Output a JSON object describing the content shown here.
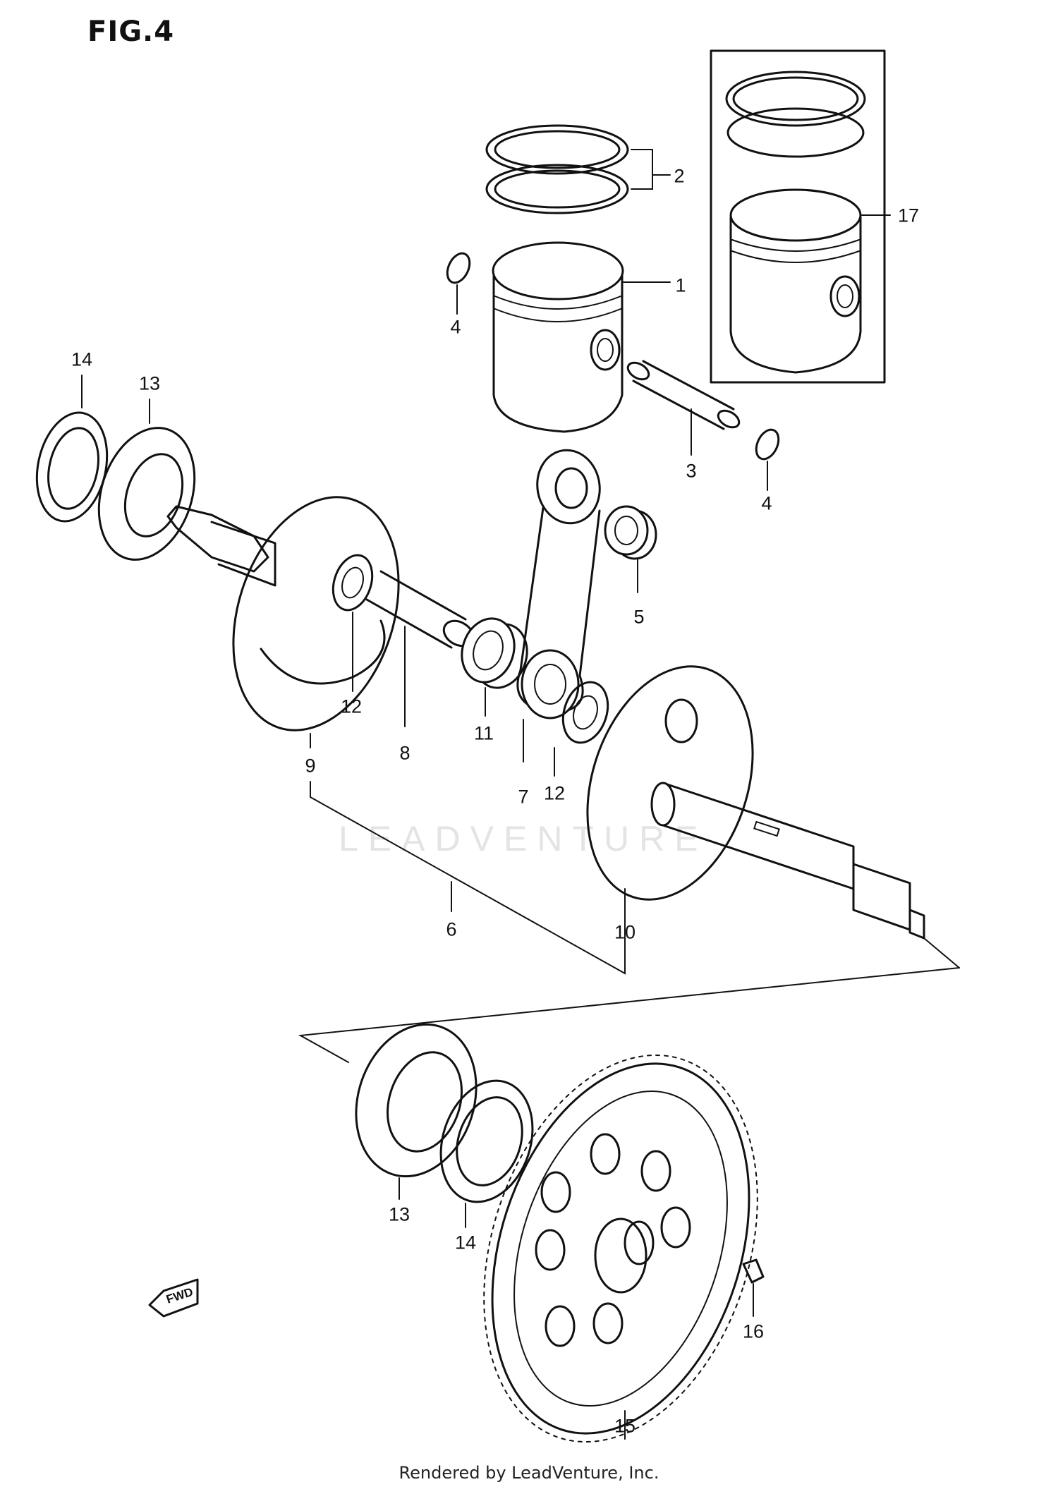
{
  "figure": {
    "title": "FIG.4"
  },
  "footer": {
    "credit": "Rendered by LeadVenture, Inc."
  },
  "watermark": {
    "text": "LEADVENTURE"
  },
  "fwd_label": "FWD",
  "callouts": [
    {
      "id": "c1",
      "label": "1"
    },
    {
      "id": "c2",
      "label": "2"
    },
    {
      "id": "c3",
      "label": "3"
    },
    {
      "id": "c4a",
      "label": "4"
    },
    {
      "id": "c4b",
      "label": "4"
    },
    {
      "id": "c5",
      "label": "5"
    },
    {
      "id": "c6",
      "label": "6"
    },
    {
      "id": "c7",
      "label": "7"
    },
    {
      "id": "c8",
      "label": "8"
    },
    {
      "id": "c9",
      "label": "9"
    },
    {
      "id": "c10",
      "label": "10"
    },
    {
      "id": "c11",
      "label": "11"
    },
    {
      "id": "c12a",
      "label": "12"
    },
    {
      "id": "c12b",
      "label": "12"
    },
    {
      "id": "c13a",
      "label": "13"
    },
    {
      "id": "c13b",
      "label": "13"
    },
    {
      "id": "c14a",
      "label": "14"
    },
    {
      "id": "c14b",
      "label": "14"
    },
    {
      "id": "c15",
      "label": "15"
    },
    {
      "id": "c16",
      "label": "16"
    },
    {
      "id": "c17",
      "label": "17"
    }
  ]
}
